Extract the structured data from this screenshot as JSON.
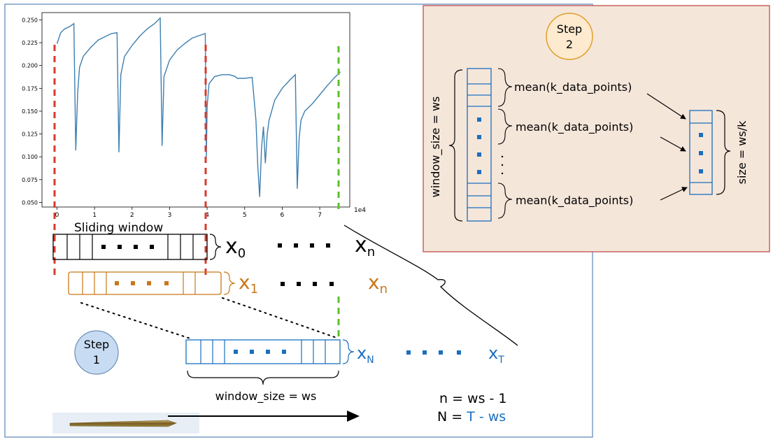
{
  "chart_data": {
    "type": "line",
    "x_tick_labels": [
      "0",
      "1",
      "2",
      "3",
      "4",
      "5",
      "6",
      "7"
    ],
    "x_exponent_label": "1e4",
    "y_tick_labels": [
      "0.050",
      "0.075",
      "0.100",
      "0.125",
      "0.150",
      "0.175",
      "0.200",
      "0.225",
      "0.250"
    ],
    "xlim": [
      -0.4,
      7.8
    ],
    "ylim": [
      0.045,
      0.258
    ],
    "grid": false,
    "series": [
      {
        "color": "#3d7fb0",
        "x": [
          0.0,
          0.1,
          0.2,
          0.35,
          0.45,
          0.5,
          0.55,
          0.6,
          0.7,
          0.9,
          1.1,
          1.3,
          1.45,
          1.6,
          1.65,
          1.7,
          1.8,
          2.0,
          2.2,
          2.4,
          2.6,
          2.75,
          2.8,
          2.85,
          3.0,
          3.2,
          3.4,
          3.6,
          3.8,
          3.95,
          3.98,
          4.0,
          4.05,
          4.2,
          4.4,
          4.6,
          4.75,
          4.8,
          5.0,
          5.2,
          5.3,
          5.35,
          5.4,
          5.45,
          5.5,
          5.55,
          5.6,
          5.65,
          5.8,
          6.0,
          6.2,
          6.35,
          6.4,
          6.45,
          6.5,
          6.6,
          6.8,
          7.0,
          7.2,
          7.4,
          7.55
        ],
        "y": [
          0.224,
          0.236,
          0.24,
          0.243,
          0.246,
          0.107,
          0.17,
          0.198,
          0.21,
          0.22,
          0.228,
          0.232,
          0.235,
          0.236,
          0.105,
          0.19,
          0.21,
          0.222,
          0.232,
          0.24,
          0.246,
          0.252,
          0.112,
          0.188,
          0.206,
          0.217,
          0.224,
          0.23,
          0.233,
          0.235,
          0.1,
          0.155,
          0.18,
          0.188,
          0.19,
          0.19,
          0.188,
          0.186,
          0.186,
          0.187,
          0.14,
          0.09,
          0.056,
          0.11,
          0.133,
          0.093,
          0.125,
          0.14,
          0.162,
          0.175,
          0.184,
          0.19,
          0.065,
          0.12,
          0.14,
          0.15,
          0.158,
          0.168,
          0.178,
          0.187,
          0.193
        ]
      }
    ]
  },
  "step1": {
    "heading_top": "Sliding window",
    "row0_start": "x",
    "row0_start_sub": "0",
    "row0_end": "x",
    "row0_end_sub": "n",
    "row1_start": "x",
    "row1_start_sub": "1",
    "row1_end": "x",
    "row1_end_sub": "n",
    "row2_start": "x",
    "row2_start_sub": "N",
    "row2_end": "x",
    "row2_end_sub": "T",
    "badge_line1": "Step",
    "badge_line2": "1",
    "window_label": "window_size = ws",
    "eq1": "n = ws - 1",
    "eq2_left": "N = ",
    "eq2_right": "T - ws",
    "colors": {
      "black": "#000000",
      "orange": "#c87818",
      "blue": "#1a6fbf",
      "green": "#5cc02a",
      "red": "#d9382b"
    }
  },
  "step2": {
    "badge_line1": "Step",
    "badge_line2": "2",
    "label1": "mean(k_data_points)",
    "label2": "mean(k_data_points)",
    "label3": "mean(k_data_points)",
    "left_label": "window_size = ws",
    "right_label": "size = ws/k",
    "background": "#f5e6da",
    "border": "#c45a5a"
  }
}
